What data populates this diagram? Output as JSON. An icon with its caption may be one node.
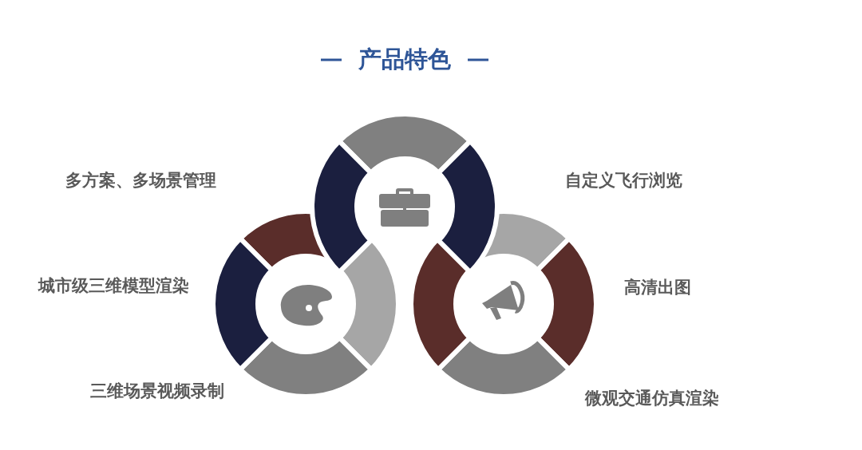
{
  "diagram": {
    "title": "产品特色",
    "labels": [
      "多方案、多场景管理",
      "自定义飞行浏览",
      "城市级三维模型渲染",
      "高清出图",
      "三维场景视频录制",
      "微观交通仿真渲染"
    ]
  }
}
